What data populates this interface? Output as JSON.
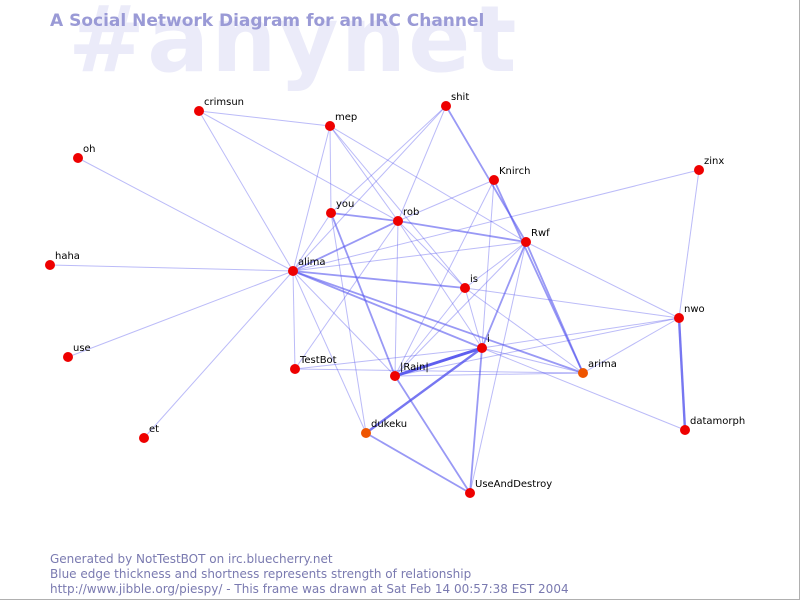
{
  "channel": "#anynet",
  "title": "A Social Network Diagram for an IRC Channel",
  "footer": {
    "line1": "Generated by NotTestBOT on irc.bluecherry.net",
    "line2": "Blue edge thickness and shortness represents strength of relationship",
    "line3": "http://www.jibble.org/piespy/ - This frame was drawn at Sat Feb 14 00:57:38 EST 2004"
  },
  "colors": {
    "node": "#ee0000",
    "node_recent": "#ee5500",
    "edge": "#5555ee",
    "title": "#9a9ad6",
    "watermark": "#ebebf9",
    "footer": "#7a7ab0"
  },
  "nodes": [
    {
      "id": "crimsun",
      "label": "crimsun"
    },
    {
      "id": "mep",
      "label": "mep"
    },
    {
      "id": "shit",
      "label": "shit"
    },
    {
      "id": "oh",
      "label": "oh"
    },
    {
      "id": "Knirch",
      "label": "Knirch"
    },
    {
      "id": "zinx",
      "label": "zinx"
    },
    {
      "id": "you",
      "label": "you"
    },
    {
      "id": "rob",
      "label": "rob"
    },
    {
      "id": "Rwf",
      "label": "Rwf"
    },
    {
      "id": "haha",
      "label": "haha"
    },
    {
      "id": "alima",
      "label": "alima"
    },
    {
      "id": "is",
      "label": "is"
    },
    {
      "id": "nwo",
      "label": "nwo"
    },
    {
      "id": "i",
      "label": "i"
    },
    {
      "id": "use",
      "label": "use"
    },
    {
      "id": "TestBot",
      "label": "TestBot"
    },
    {
      "id": "Rain",
      "label": "|Rain|"
    },
    {
      "id": "arima",
      "label": "arima"
    },
    {
      "id": "dukeku",
      "label": "dukeku"
    },
    {
      "id": "datamorph",
      "label": "datamorph"
    },
    {
      "id": "et",
      "label": "et"
    },
    {
      "id": "UseAndDestroy",
      "label": "UseAndDestroy"
    }
  ],
  "edges": [
    {
      "source": "i",
      "target": "Rain",
      "strength": 4
    },
    {
      "source": "i",
      "target": "dukeku",
      "strength": 3
    },
    {
      "source": "i",
      "target": "Rwf",
      "strength": 2
    },
    {
      "source": "i",
      "target": "UseAndDestroy",
      "strength": 2
    },
    {
      "source": "i",
      "target": "alima",
      "strength": 2
    },
    {
      "source": "i",
      "target": "is",
      "strength": 1
    },
    {
      "source": "i",
      "target": "Knirch",
      "strength": 1
    },
    {
      "source": "i",
      "target": "nwo",
      "strength": 1
    },
    {
      "source": "i",
      "target": "arima",
      "strength": 1
    },
    {
      "source": "i",
      "target": "datamorph",
      "strength": 1
    },
    {
      "source": "i",
      "target": "TestBot",
      "strength": 1
    },
    {
      "source": "i",
      "target": "rob",
      "strength": 1
    },
    {
      "source": "nwo",
      "target": "datamorph",
      "strength": 3
    },
    {
      "source": "nwo",
      "target": "Rwf",
      "strength": 1
    },
    {
      "source": "nwo",
      "target": "is",
      "strength": 1
    },
    {
      "source": "nwo",
      "target": "Rain",
      "strength": 1
    },
    {
      "source": "nwo",
      "target": "arima",
      "strength": 1
    },
    {
      "source": "nwo",
      "target": "zinx",
      "strength": 1
    },
    {
      "source": "alima",
      "target": "is",
      "strength": 2
    },
    {
      "source": "alima",
      "target": "rob",
      "strength": 2
    },
    {
      "source": "alima",
      "target": "arima",
      "strength": 2
    },
    {
      "source": "alima",
      "target": "Rwf",
      "strength": 1
    },
    {
      "source": "alima",
      "target": "crimsun",
      "strength": 1
    },
    {
      "source": "alima",
      "target": "mep",
      "strength": 1
    },
    {
      "source": "alima",
      "target": "you",
      "strength": 1
    },
    {
      "source": "alima",
      "target": "shit",
      "strength": 1
    },
    {
      "source": "alima",
      "target": "oh",
      "strength": 1
    },
    {
      "source": "alima",
      "target": "haha",
      "strength": 1
    },
    {
      "source": "alima",
      "target": "use",
      "strength": 1
    },
    {
      "source": "alima",
      "target": "et",
      "strength": 1
    },
    {
      "source": "alima",
      "target": "TestBot",
      "strength": 1
    },
    {
      "source": "alima",
      "target": "Rain",
      "strength": 1
    },
    {
      "source": "alima",
      "target": "dukeku",
      "strength": 1
    },
    {
      "source": "alima",
      "target": "zinx",
      "strength": 1
    },
    {
      "source": "rob",
      "target": "Rwf",
      "strength": 2
    },
    {
      "source": "rob",
      "target": "you",
      "strength": 2
    },
    {
      "source": "rob",
      "target": "mep",
      "strength": 1
    },
    {
      "source": "rob",
      "target": "crimsun",
      "strength": 1
    },
    {
      "source": "rob",
      "target": "is",
      "strength": 1
    },
    {
      "source": "rob",
      "target": "TestBot",
      "strength": 1
    },
    {
      "source": "rob",
      "target": "Rain",
      "strength": 1
    },
    {
      "source": "crimsun",
      "target": "mep",
      "strength": 1
    },
    {
      "source": "mep",
      "target": "you",
      "strength": 1
    },
    {
      "source": "mep",
      "target": "is",
      "strength": 1
    },
    {
      "source": "mep",
      "target": "Rwf",
      "strength": 1
    },
    {
      "source": "shit",
      "target": "Rwf",
      "strength": 2
    },
    {
      "source": "shit",
      "target": "you",
      "strength": 1
    },
    {
      "source": "shit",
      "target": "rob",
      "strength": 1
    },
    {
      "source": "Knirch",
      "target": "arima",
      "strength": 2
    },
    {
      "source": "Knirch",
      "target": "rob",
      "strength": 1
    },
    {
      "source": "Knirch",
      "target": "Rain",
      "strength": 1
    },
    {
      "source": "you",
      "target": "Rain",
      "strength": 2
    },
    {
      "source": "you",
      "target": "dukeku",
      "strength": 1
    },
    {
      "source": "Rwf",
      "target": "arima",
      "strength": 2
    },
    {
      "source": "Rwf",
      "target": "is",
      "strength": 1
    },
    {
      "source": "Rwf",
      "target": "Rain",
      "strength": 1
    },
    {
      "source": "Rwf",
      "target": "UseAndDestroy",
      "strength": 1
    },
    {
      "source": "is",
      "target": "Rain",
      "strength": 1
    },
    {
      "source": "is",
      "target": "arima",
      "strength": 1
    },
    {
      "source": "TestBot",
      "target": "arima",
      "strength": 1
    },
    {
      "source": "Rain",
      "target": "arima",
      "strength": 1
    },
    {
      "source": "Rain",
      "target": "UseAndDestroy",
      "strength": 2
    },
    {
      "source": "dukeku",
      "target": "UseAndDestroy",
      "strength": 2
    }
  ]
}
